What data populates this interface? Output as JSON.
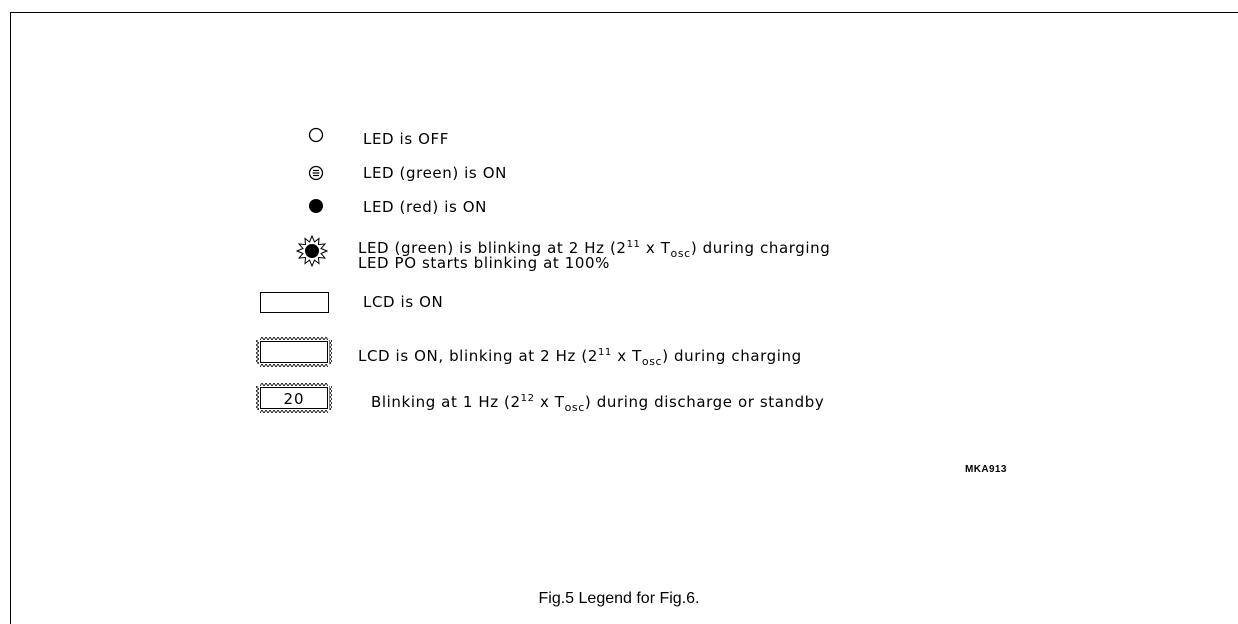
{
  "legend": {
    "items": [
      {
        "symbol": "led-off-circle-icon",
        "text": "LED is OFF"
      },
      {
        "symbol": "led-green-on-icon",
        "text": "LED (green) is ON"
      },
      {
        "symbol": "led-red-on-icon",
        "text": "LED (red) is ON"
      },
      {
        "symbol": "led-green-blinking-icon",
        "line1_prefix": "LED (green) is blinking at 2 Hz (2",
        "line1_exp": "11",
        "line1_mid": " x T",
        "line1_sub": "osc",
        "line1_suffix": ") during charging",
        "line2": "LED PO starts blinking at 100%"
      },
      {
        "symbol": "lcd-on-rectangle-icon",
        "text": "LCD is ON"
      },
      {
        "symbol": "lcd-blinking-icon",
        "prefix": "LCD is ON, blinking at 2 Hz (2",
        "exp": "11",
        "mid": " x T",
        "sub": "osc",
        "suffix": ") during charging"
      },
      {
        "symbol": "lcd-blinking-number-icon",
        "symbol_text": "20",
        "prefix": "Blinking at 1 Hz (2",
        "exp": "12",
        "mid": " x T",
        "sub": "osc",
        "suffix": ") during discharge or standby"
      }
    ]
  },
  "figure_code": "MKA913",
  "caption": "Fig.5  Legend for Fig.6."
}
